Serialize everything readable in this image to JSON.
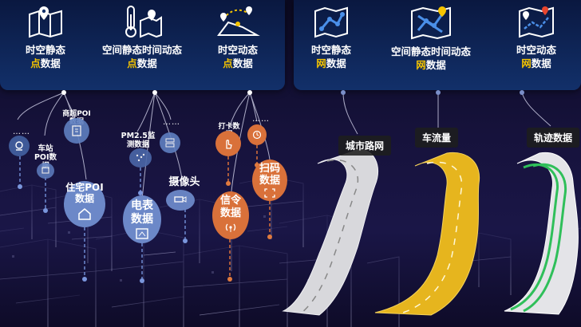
{
  "categories": [
    {
      "line1": "时空静态",
      "line2_hl": "点",
      "line2_rest": "数据",
      "icon": "map-icon"
    },
    {
      "line1": "空间静态时间动态",
      "line2_hl": "点",
      "line2_rest": "数据",
      "icon": "thermometer-map-icon"
    },
    {
      "line1": "时空动态",
      "line2_hl": "点",
      "line2_rest": "数据",
      "icon": "route-points-icon"
    },
    {
      "line1": "时空静态",
      "line2_hl": "网",
      "line2_rest": "数据",
      "icon": "network-map-icon"
    },
    {
      "line1": "空间静态时间动态",
      "line2_hl": "网",
      "line2_rest": "数据",
      "icon": "traffic-network-icon"
    },
    {
      "line1": "时空动态",
      "line2_hl": "网",
      "line2_rest": "数据",
      "icon": "trajectory-map-icon"
    }
  ],
  "point_items": {
    "dots": "……",
    "business_poi": "商超POI数据",
    "station_poi": "车站POI数据",
    "residential_poi": "住宅POI数据",
    "pm25": "PM2.5监测数据",
    "meter": "电表数据",
    "camera": "摄像头",
    "checkin": "打卡数据",
    "scan": "扫码数据",
    "signal": "信令数据"
  },
  "network_items": {
    "road_network": "城市路网",
    "traffic_flow": "车流量",
    "trajectory": "轨迹数据"
  },
  "colors": {
    "panel": "#12306a",
    "highlight": "#f5c400",
    "blue_bubble": "#5f7fc0",
    "orange_bubble": "#d9713a",
    "road_gray": "#d8d8dc",
    "road_gold": "#e6b51e",
    "road_green": "#2fbf5a"
  }
}
